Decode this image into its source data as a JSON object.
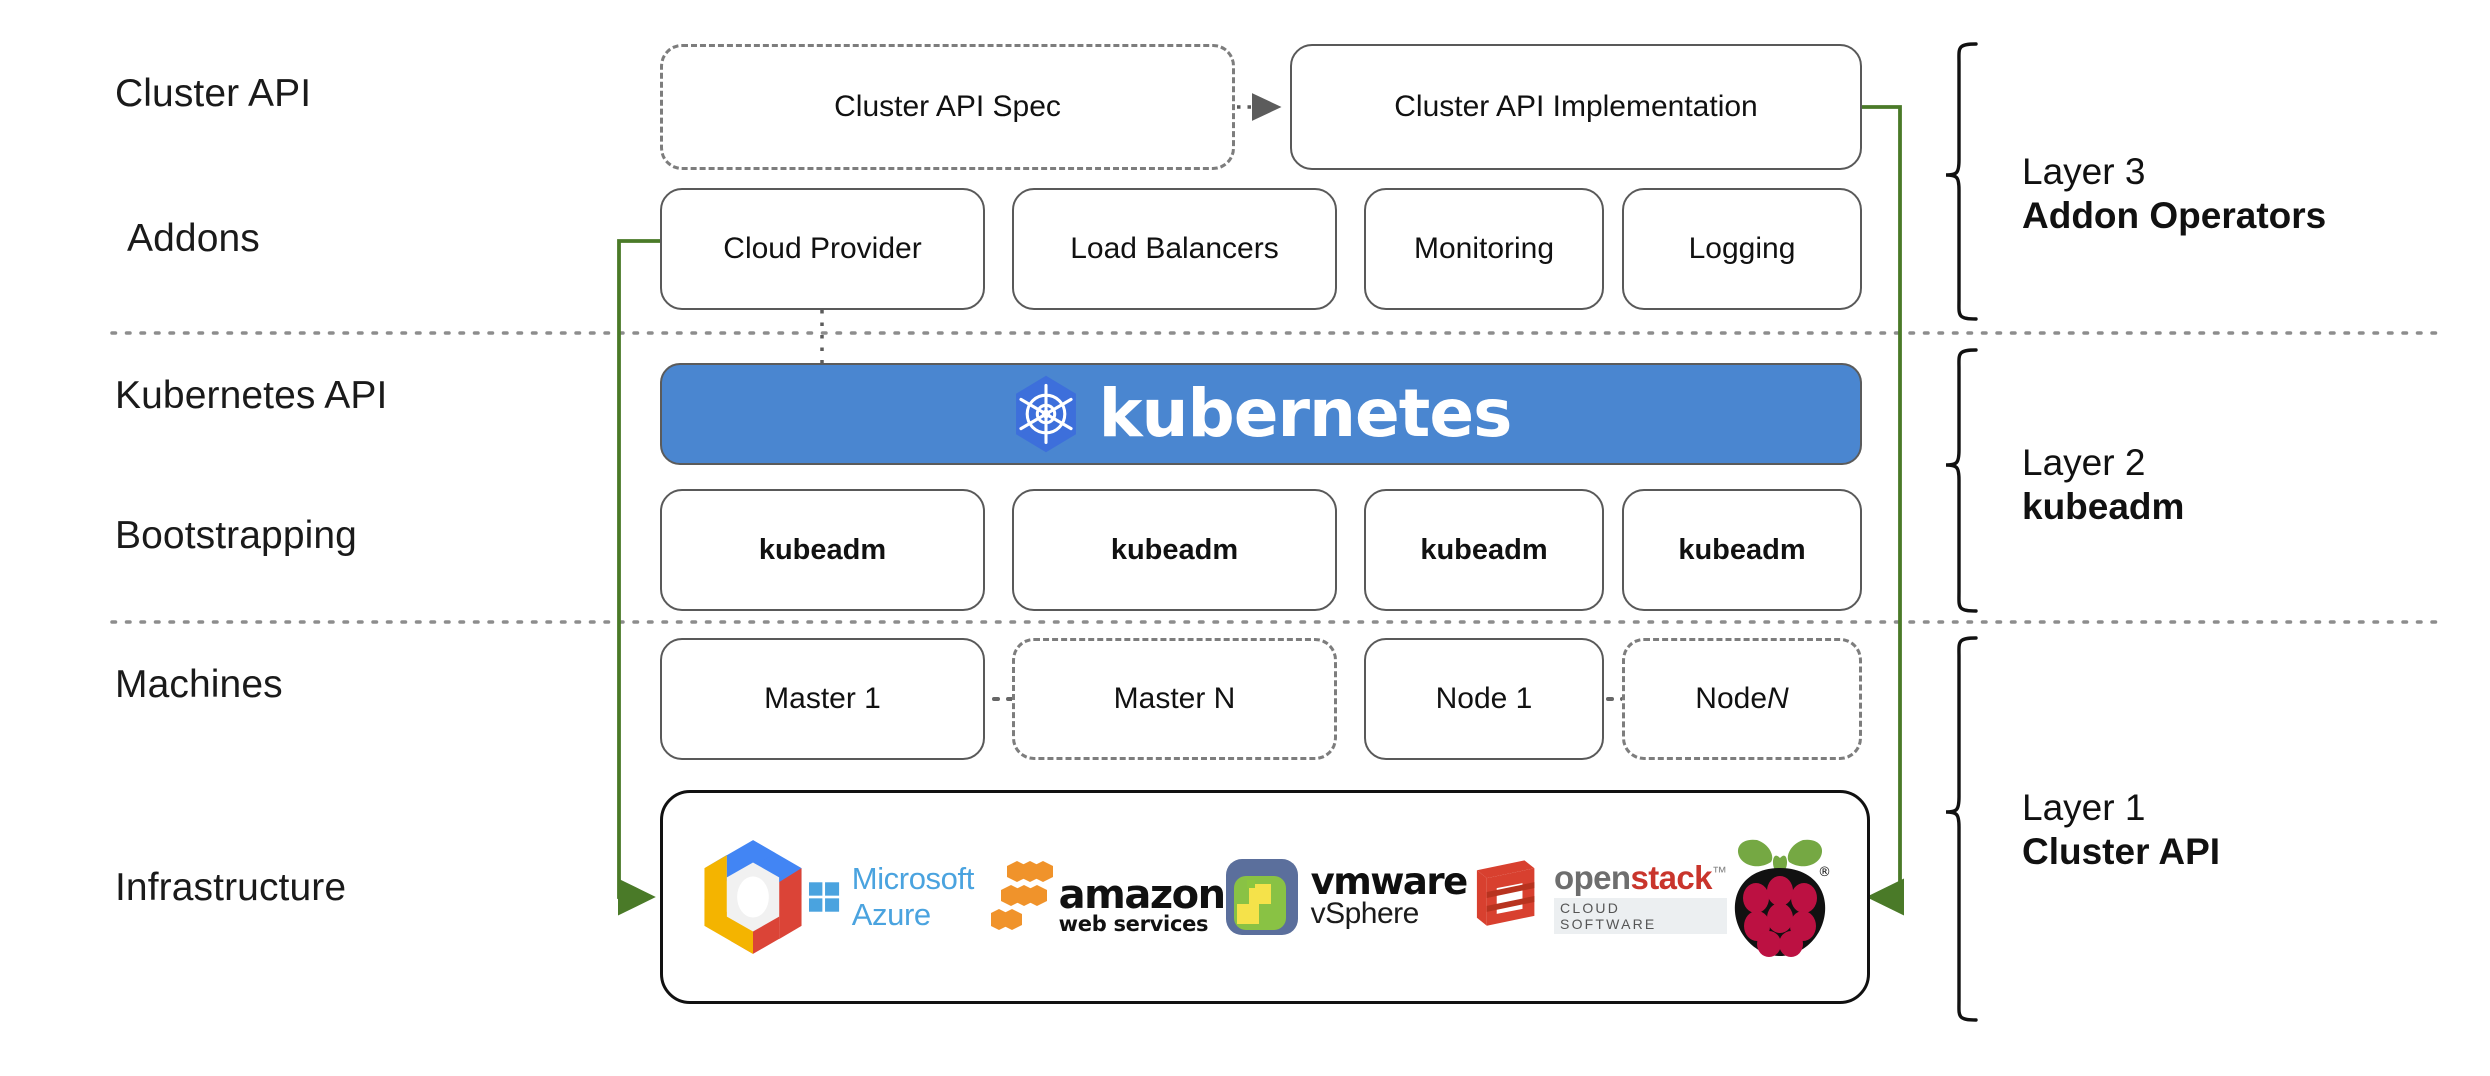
{
  "diagram": {
    "title": "Kubernetes Cluster API layered architecture",
    "accent_green": "#4a7a28",
    "k8s_blue": "#4a86d0",
    "k8s_badge_blue": "#3d6fdb"
  },
  "row_labels": [
    {
      "id": "cluster-api",
      "text": "Cluster API"
    },
    {
      "id": "addons",
      "text": "Addons"
    },
    {
      "id": "kubernetes-api",
      "text": "Kubernetes API"
    },
    {
      "id": "bootstrapping",
      "text": "Bootstrapping"
    },
    {
      "id": "machines",
      "text": "Machines"
    },
    {
      "id": "infrastructure",
      "text": "Infrastructure"
    }
  ],
  "cluster_api_row": {
    "spec": {
      "label": "Cluster API Spec",
      "style": "dashed"
    },
    "implementation": {
      "label": "Cluster API Implementation",
      "style": "solid"
    },
    "connector": "dotted-arrow-right"
  },
  "addons_row": [
    {
      "label": "Cloud Provider",
      "style": "solid"
    },
    {
      "label": "Load Balancers",
      "style": "solid"
    },
    {
      "label": "Monitoring",
      "style": "solid"
    },
    {
      "label": "Logging",
      "style": "solid"
    }
  ],
  "kubernetes_bar": {
    "wordmark": "kubernetes",
    "icon": "kubernetes-helm-icon",
    "background": "#4a86d0"
  },
  "bootstrapping_row": [
    {
      "label": "kubeadm",
      "style": "solid",
      "bold": true
    },
    {
      "label": "kubeadm",
      "style": "solid",
      "bold": true
    },
    {
      "label": "kubeadm",
      "style": "solid",
      "bold": true
    },
    {
      "label": "kubeadm",
      "style": "solid",
      "bold": true
    }
  ],
  "machines_row": [
    {
      "label": "Master 1",
      "style": "solid",
      "italic_suffix": ""
    },
    {
      "label": "Master N",
      "style": "dashed",
      "italic_suffix": ""
    },
    {
      "label": "Node 1",
      "style": "solid",
      "italic_suffix": ""
    },
    {
      "label": "Node ",
      "style": "dashed",
      "italic_suffix": "N"
    }
  ],
  "machines_ellipses": [
    "⋯",
    "⋯"
  ],
  "infrastructure_logos": [
    {
      "name": "google-cloud-platform-logo",
      "label": "Google Cloud Platform"
    },
    {
      "name": "microsoft-azure-logo",
      "label": "Microsoft Azure"
    },
    {
      "name": "amazon-web-services-logo",
      "label": "amazon",
      "sublabel": "web services"
    },
    {
      "name": "vmware-vsphere-logo",
      "label": "vmware",
      "sublabel": "vSphere"
    },
    {
      "name": "openstack-logo",
      "label": "openstack",
      "sublabel": "CLOUD SOFTWARE"
    },
    {
      "name": "raspberry-pi-logo",
      "label": "Raspberry Pi"
    }
  ],
  "layer_brackets": [
    {
      "id": "layer-3",
      "number": "Layer 3",
      "name": "Addon Operators"
    },
    {
      "id": "layer-2",
      "number": "Layer 2",
      "name": "kubeadm"
    },
    {
      "id": "layer-1",
      "number": "Layer 1",
      "name": "Cluster API"
    }
  ]
}
